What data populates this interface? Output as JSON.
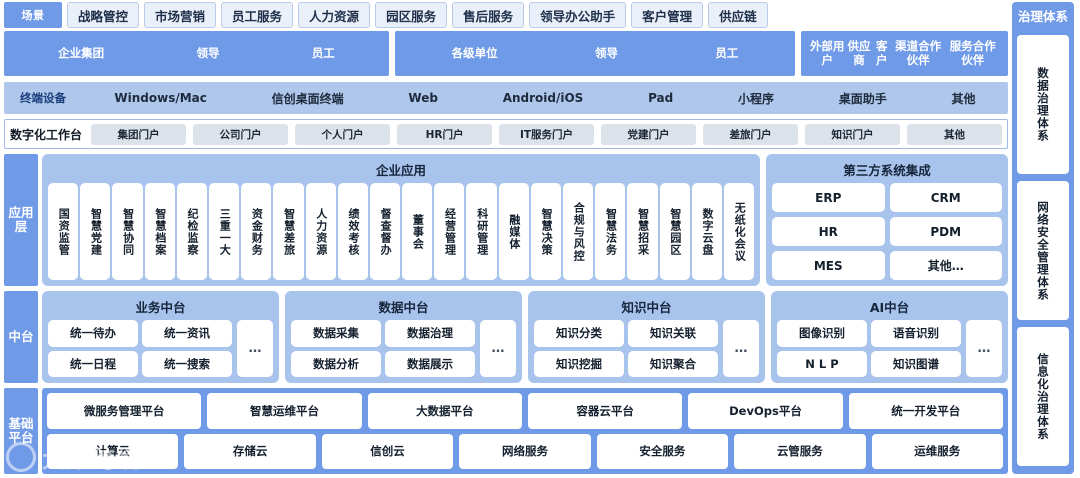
{
  "colors": {
    "accent_blue": "#6f9ae8",
    "panel_blue": "#a8c3ec",
    "band_blue": "#aec7ea",
    "tab_bg": "#eaf0fa",
    "chip_gray": "#dbe2ea",
    "white": "#ffffff",
    "text_dark": "#15202e"
  },
  "scene": {
    "label": "场景",
    "tabs": [
      "战略管控",
      "市场营销",
      "员工服务",
      "人力资源",
      "园区服务",
      "售后服务",
      "领导办公助手",
      "客户管理",
      "供应链"
    ]
  },
  "users": {
    "groups": [
      {
        "name": "internal-group",
        "items": [
          "企业集团",
          "领导",
          "员工"
        ]
      },
      {
        "name": "unit-group",
        "items": [
          "各级单位",
          "领导",
          "员工"
        ]
      },
      {
        "name": "external-group",
        "items": [
          "外部用户",
          "供应商",
          "客户",
          "渠道合作伙伴",
          "服务合作伙伴"
        ]
      }
    ]
  },
  "terminals": {
    "label": "终端设备",
    "items": [
      "Windows/Mac",
      "信创桌面终端",
      "Web",
      "Android/iOS",
      "Pad",
      "小程序",
      "桌面助手",
      "其他"
    ]
  },
  "workbench": {
    "label": "数字化工作台",
    "portals": [
      "集团门户",
      "公司门户",
      "个人门户",
      "HR门户",
      "IT服务门户",
      "党建门户",
      "差旅门户",
      "知识门户",
      "其他"
    ]
  },
  "application_layer": {
    "tag": "应用层",
    "enterprise": {
      "title": "企业应用",
      "items": [
        "国资监管",
        "智慧党建",
        "智慧协同",
        "智慧档案",
        "纪检监察",
        "三重一大",
        "资金财务",
        "智慧差旅",
        "人力资源",
        "绩效考核",
        "督查督办",
        "董事会",
        "经营管理",
        "科研管理",
        "融媒体",
        "智慧决策",
        "合规与风控",
        "智慧法务",
        "智慧招采",
        "智慧园区",
        "数字云盘",
        "无纸化会议"
      ]
    },
    "third_party": {
      "title": "第三方系统集成",
      "items": [
        "ERP",
        "CRM",
        "HR",
        "PDM",
        "MES",
        "其他…"
      ]
    }
  },
  "middle_layer": {
    "tag": "中台",
    "panels": [
      {
        "title": "业务中台",
        "items": [
          "统一待办",
          "统一资讯",
          "统一日程",
          "统一搜索"
        ],
        "more": "…"
      },
      {
        "title": "数据中台",
        "items": [
          "数据采集",
          "数据治理",
          "数据分析",
          "数据展示"
        ],
        "more": "…"
      },
      {
        "title": "知识中台",
        "items": [
          "知识分类",
          "知识关联",
          "知识挖掘",
          "知识聚合"
        ],
        "more": "…"
      },
      {
        "title": "AI中台",
        "items": [
          "图像识别",
          "语音识别",
          "N L P",
          "知识图谱"
        ],
        "more": "…"
      }
    ]
  },
  "base_layer": {
    "tag": "基础平台",
    "row1": [
      "微服务管理平台",
      "智慧运维平台",
      "大数据平台",
      "容器云平台",
      "DevOps平台",
      "统一开发平台"
    ],
    "row2": [
      "计算云",
      "存储云",
      "信创云",
      "网络服务",
      "安全服务",
      "云管服务",
      "运维服务"
    ]
  },
  "governance": {
    "title": "治理体系",
    "items": [
      "数据治理体系",
      "网络安全管理体系",
      "信息化治理体系"
    ]
  },
  "watermark": {
    "ring": "",
    "text": "大数跨境"
  }
}
